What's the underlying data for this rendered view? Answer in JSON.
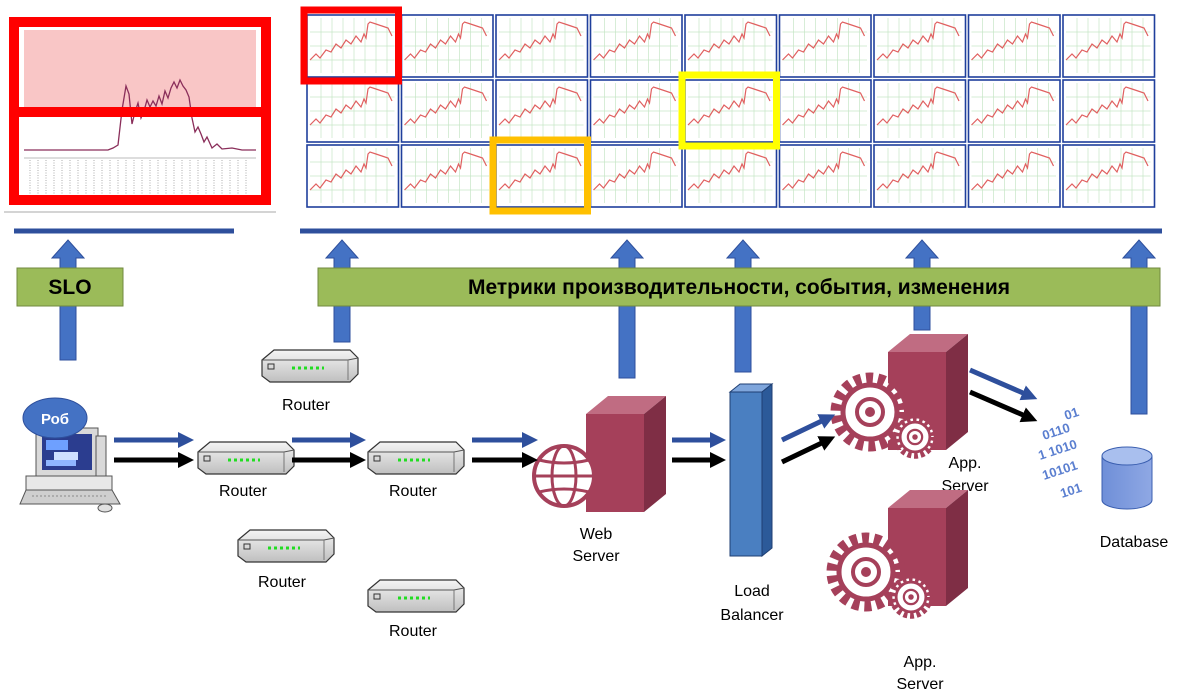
{
  "slo_label": "SLO",
  "metrics_label": "Метрики производительности, события, изменения",
  "robot_label": "Роб",
  "devices": {
    "router": "Router",
    "web_server": [
      "Web",
      "Server"
    ],
    "load_balancer": [
      "Load",
      "Balancer"
    ],
    "app_server": [
      "App.",
      "Server"
    ],
    "database": "Database"
  },
  "colors": {
    "band_fill": "#9bbb59",
    "arrow_blue": "#4472c4",
    "server": "#a5405a",
    "lb": "#4a7fc1",
    "alert_red": "#ff0000",
    "alert_yellow": "#ffff00",
    "alert_orange": "#ffc000",
    "chart_line": "#e06060",
    "chart_grid": "#c6e6c6"
  },
  "grid": {
    "rows": 3,
    "cols": 9
  },
  "highlights": [
    {
      "color": "red",
      "row": 0,
      "col": 0
    },
    {
      "color": "yellow",
      "row": 1,
      "col": 4
    },
    {
      "color": "orange",
      "row": 2,
      "col": 2
    }
  ]
}
